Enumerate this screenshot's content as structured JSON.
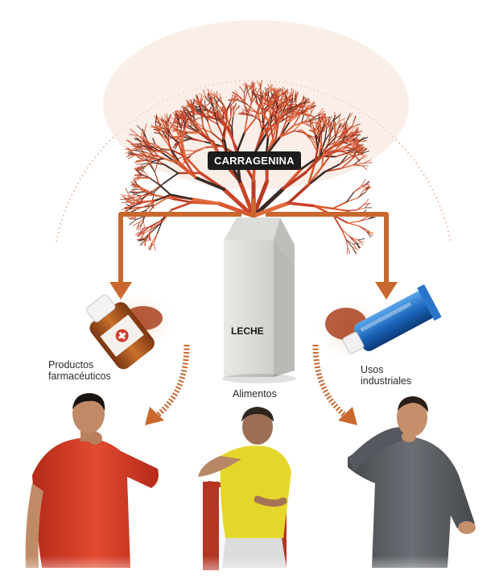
{
  "title_badge": "CARRAGENINA",
  "carton_label": "LECHE",
  "labels": {
    "pharma_line1": "Productos",
    "pharma_line2": "farmacéuticos",
    "food": "Alimentos",
    "industrial_line1": "Usos",
    "industrial_line2": "industriales"
  },
  "colors": {
    "seaweed": "#c8442a",
    "seaweed_dark": "#3a2a26",
    "arrow": "#c9682e",
    "pharma_bottle": "#b2561c",
    "toothpaste": "#1a63b8",
    "shirt_red": "#d93a26",
    "shirt_yellow": "#e5d62c",
    "shirt_gray": "#5a5d63"
  }
}
